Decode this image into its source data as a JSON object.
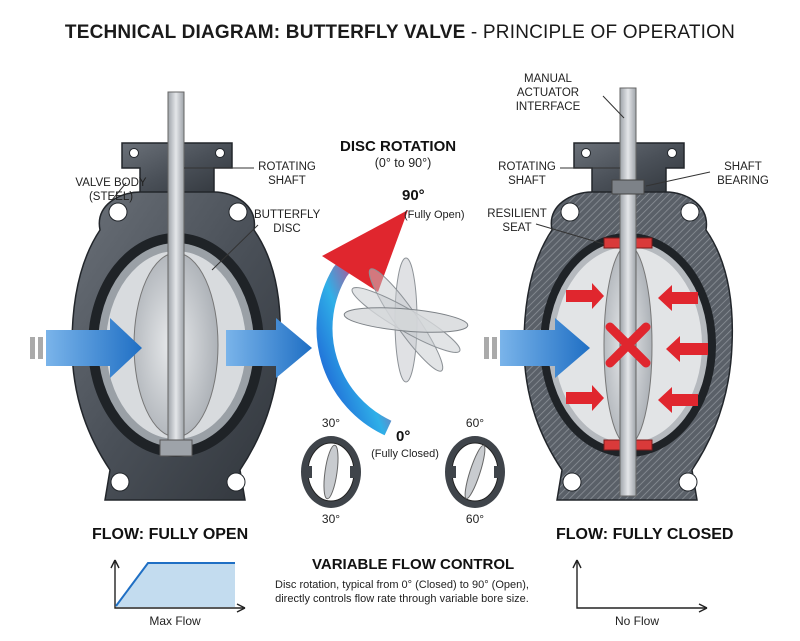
{
  "title": {
    "bold": "TECHNICAL DIAGRAM: BUTTERFLY VALVE",
    "rest": " - PRINCIPLE OF OPERATION"
  },
  "left": {
    "valve_body": "VALVE BODY\n(STEEL)",
    "rotating_shaft": "ROTATING\nSHAFT",
    "butterfly_disc": "BUTTERFLY\nDISC",
    "flow_heading": "FLOW: FULLY OPEN",
    "graph_caption": "Max Flow"
  },
  "center": {
    "heading": "DISC ROTATION",
    "range": "(0° to 90°)",
    "deg90": "90°",
    "deg90_sub": "(Fully Open)",
    "deg0": "0°",
    "deg0_sub": "(Fully Closed)",
    "mini_30_top": "30°",
    "mini_30_bottom": "30°",
    "mini_60_top": "60°",
    "mini_60_bottom": "60°",
    "control_heading": "VARIABLE FLOW CONTROL",
    "control_text": "Disc rotation, typical from 0° (Closed) to 90° (Open),\ndirectly controls flow rate through variable bore size."
  },
  "right": {
    "actuator": "MANUAL ACTUATOR\nINTERFACE",
    "rotating_shaft": "ROTATING\nSHAFT",
    "shaft_bearing": "SHAFT\nBEARING",
    "resilient_seat": "RESILIENT\nSEAT",
    "flow_heading": "FLOW: FULLY CLOSED",
    "graph_caption": "No Flow"
  },
  "colors": {
    "body": "#4a5058",
    "body_dark": "#2f343a",
    "steel": "#c9ccd0",
    "flow_blue": "#2e7fd0",
    "stop_red": "#e0262e",
    "seat_red": "#d93a3a"
  }
}
